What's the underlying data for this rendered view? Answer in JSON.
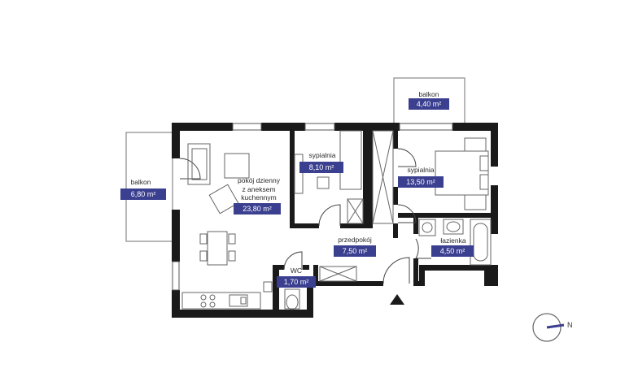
{
  "plan": {
    "rooms": [
      {
        "id": "balkon-left",
        "label": "balkon",
        "area": "6,80 m²"
      },
      {
        "id": "balkon-top",
        "label": "balkon",
        "area": "4,40 m²"
      },
      {
        "id": "pokoj",
        "label": "pokój dzienny\nz aneksem\nkuchennym",
        "area": "23,80 m²"
      },
      {
        "id": "sypialnia-1",
        "label": "sypialnia",
        "area": "8,10 m²"
      },
      {
        "id": "sypialnia-2",
        "label": "sypialnia",
        "area": "13,50 m²"
      },
      {
        "id": "przedpokoj",
        "label": "przedpokój",
        "area": "7,50 m²"
      },
      {
        "id": "lazienka",
        "label": "łazienka",
        "area": "4,50 m²"
      },
      {
        "id": "wc",
        "label": "WC",
        "area": "1,70 m²"
      }
    ],
    "compass_letter": "N",
    "colors": {
      "wall": "#1a1a1a",
      "badge": "#3b3f8f",
      "compass_needle": "#3b3f8f",
      "line": "#555555"
    }
  }
}
